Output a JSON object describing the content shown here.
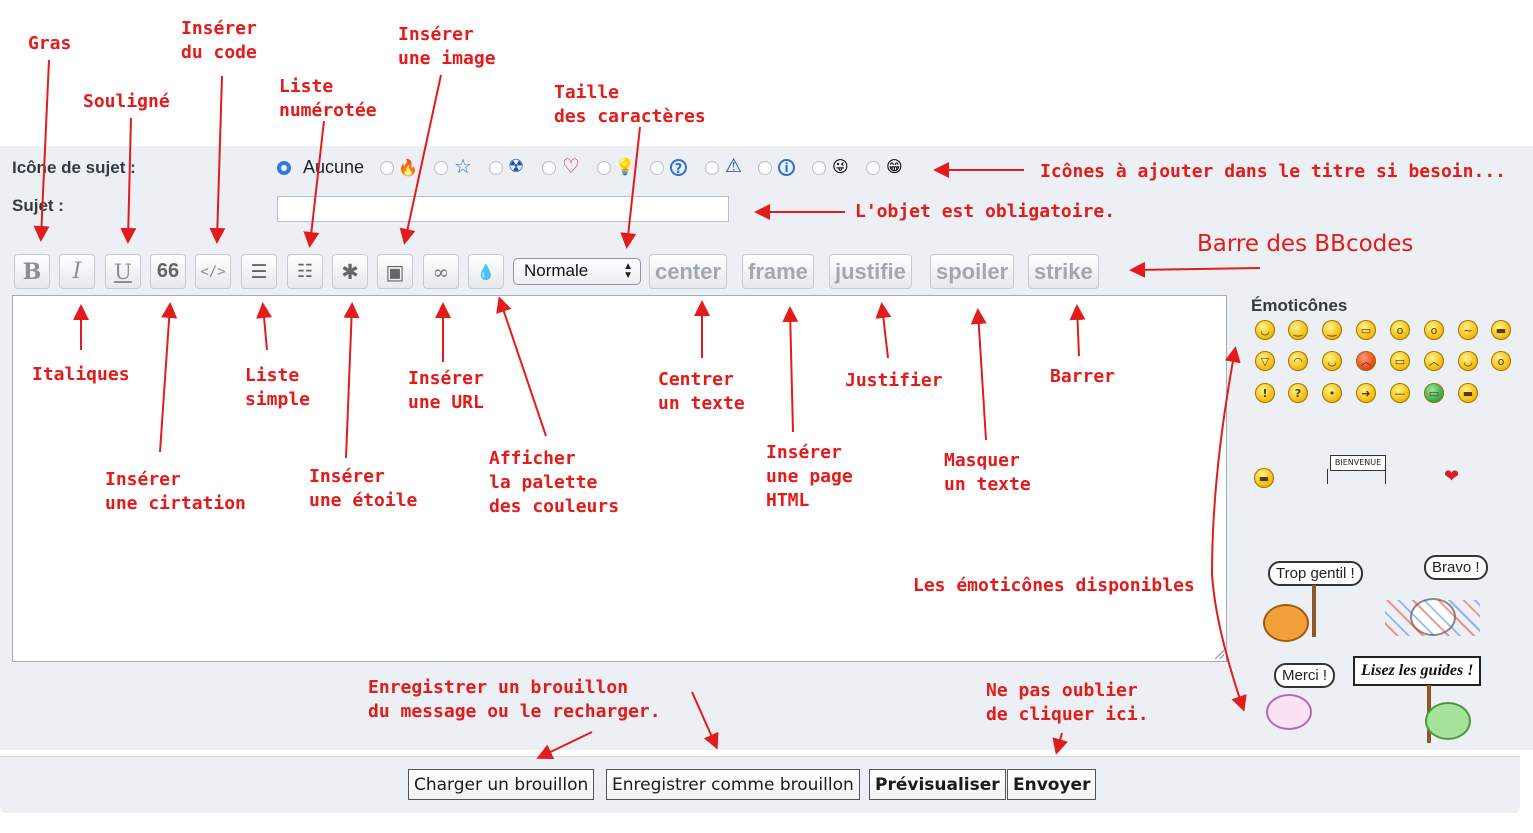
{
  "form": {
    "topic_icon_label": "Icône de sujet :",
    "subject_label": "Sujet :",
    "subject_value": "",
    "topic_icons": [
      {
        "label": "Aucune",
        "selected": true,
        "icon": "none"
      },
      {
        "icon": "flame-icon",
        "glyph": "🔥"
      },
      {
        "icon": "star-icon",
        "glyph": "☆"
      },
      {
        "icon": "radioactive-icon",
        "glyph": "☢"
      },
      {
        "icon": "heart-icon",
        "glyph": "♡"
      },
      {
        "icon": "bulb-icon",
        "glyph": "💡"
      },
      {
        "icon": "question-icon",
        "glyph": "?"
      },
      {
        "icon": "warning-icon",
        "glyph": "⚠"
      },
      {
        "icon": "info-icon",
        "glyph": "i"
      },
      {
        "icon": "wink-icon",
        "glyph": "😜"
      },
      {
        "icon": "grin-icon",
        "glyph": "😁"
      }
    ]
  },
  "toolbar": {
    "bold": "B",
    "italic": "I",
    "underline": "U",
    "quote": "66",
    "code": "</>",
    "list": "☰",
    "numbered_list": "☷",
    "star": "✱",
    "image": "▣",
    "url": "∞",
    "color": "💧",
    "size_select": "Normale",
    "center": "center",
    "frame": "frame",
    "justify": "justifie",
    "spoiler": "spoiler",
    "strike": "strike"
  },
  "emoticons": {
    "title": "Émoticônes",
    "bubbles": {
      "trop_gentil": "Trop gentil !",
      "bravo": "Bravo !",
      "merci": "Merci !",
      "guides": "Lisez les guides !",
      "bienvenue": "BIENVENUE"
    }
  },
  "buttons": {
    "load_draft": "Charger un brouillon",
    "save_draft": "Enregistrer comme brouillon",
    "preview": "Prévisualiser",
    "send": "Envoyer"
  },
  "annotations": {
    "gras": "Gras",
    "souligne": "Souligné",
    "inserer_code": "Insérer\ndu code",
    "liste_num": "Liste\nnumérotée",
    "inserer_image": "Insérer\nune image",
    "taille": "Taille\ndes caractères",
    "icones_titre": "Icônes à ajouter dans le titre si besoin...",
    "objet": "L'objet est obligatoire.",
    "barre": "Barre des BBcodes",
    "italiques": "Italiques",
    "liste_simple": "Liste\nsimple",
    "inserer_url": "Insérer\nune URL",
    "centrer": "Centrer\nun texte",
    "justifier": "Justifier",
    "barrer": "Barrer",
    "citation": "Insérer\nune cirtation",
    "etoile": "Insérer\nune étoile",
    "palette": "Afficher\nla palette\ndes couleurs",
    "page_html": "Insérer\nune page\nHTML",
    "masquer": "Masquer\nun texte",
    "emoticones": "Les émoticônes disponibles",
    "brouillon": "Enregistrer un brouillon\ndu message ou le recharger.",
    "cliquer": "Ne pas oublier\nde cliquer ici."
  },
  "colors": {
    "annotation": "#e31b1b",
    "panel": "#eceff4",
    "radio_selected": "#2f7bdc"
  }
}
